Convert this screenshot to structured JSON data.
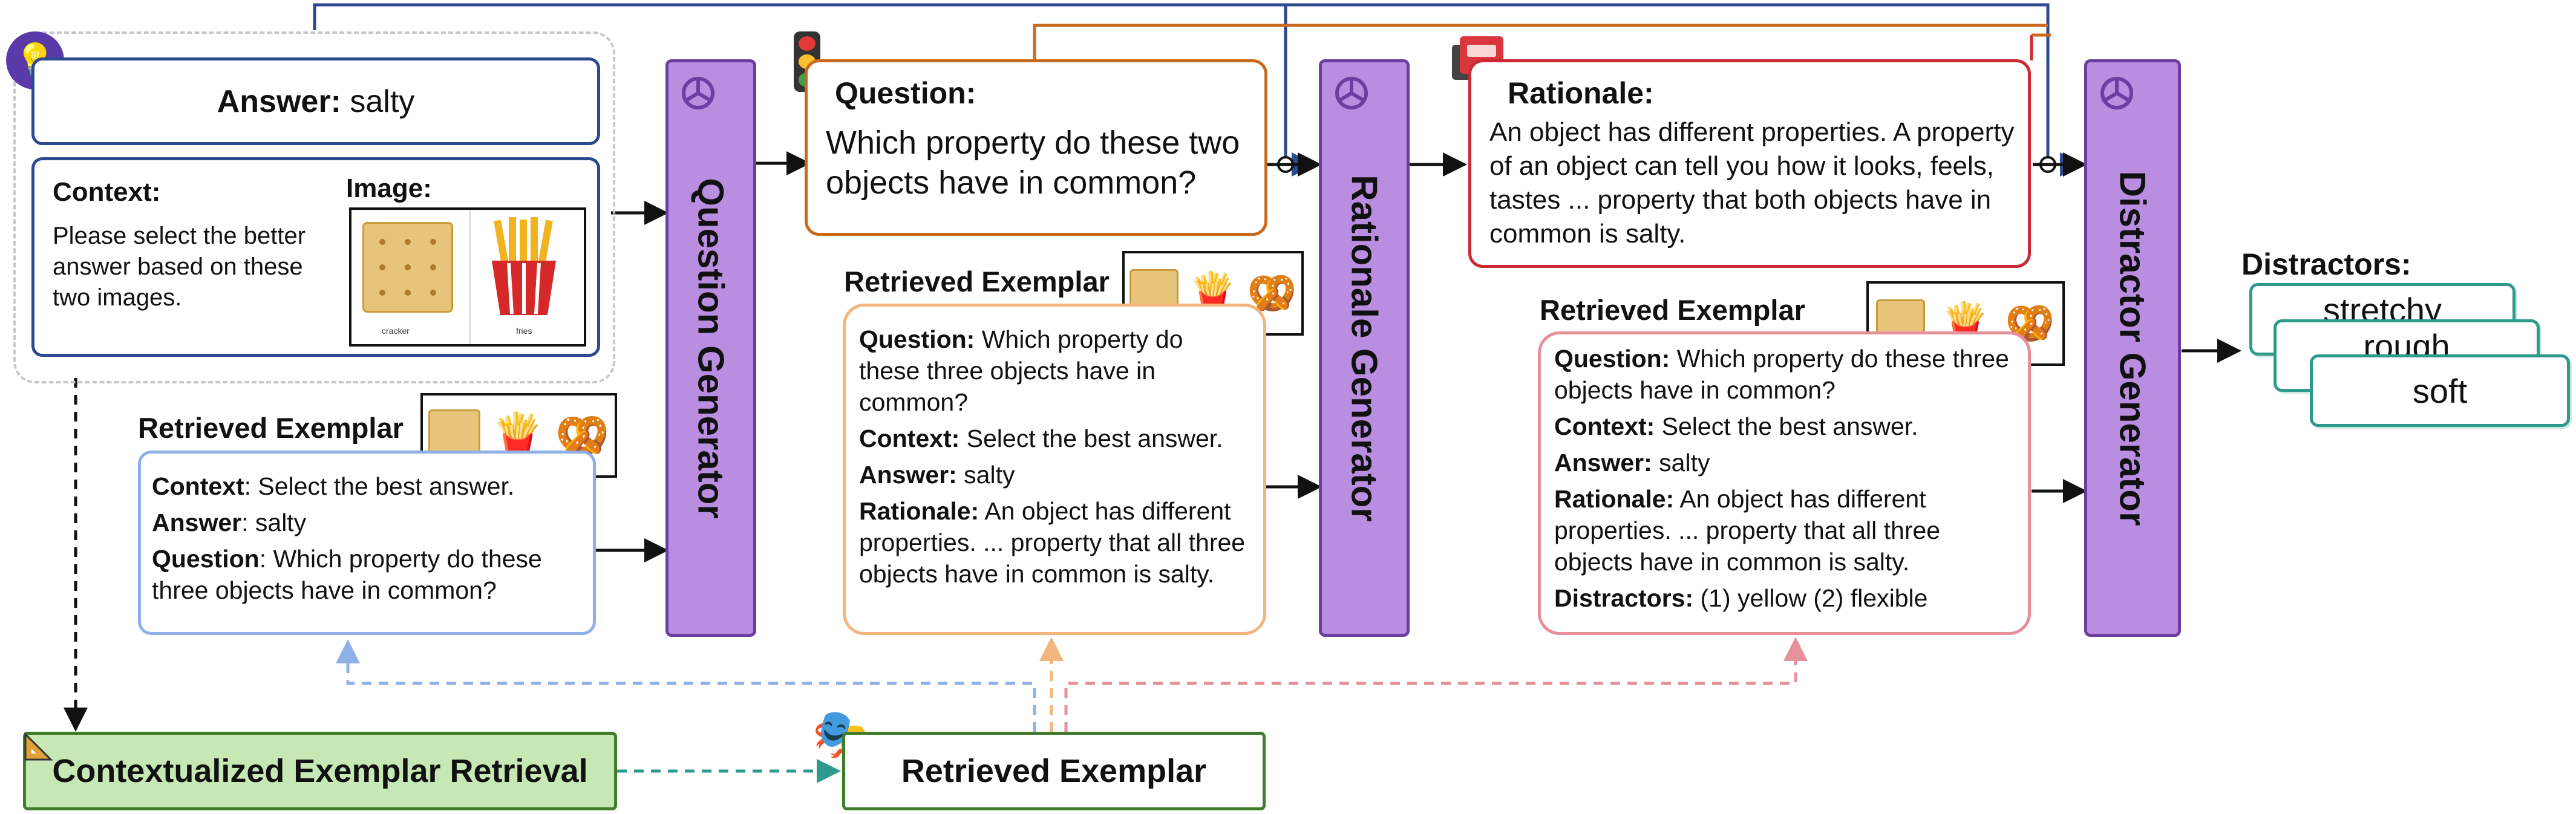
{
  "answer_box": {
    "label": "Answer:",
    "value": "salty"
  },
  "context_box": {
    "context_label": "Context:",
    "context_text": "Please select the better answer based on these two images.",
    "image_label": "Image:",
    "image_caption_left": "cracker",
    "image_caption_right": "fries"
  },
  "generators": {
    "question": "Question Generator",
    "rationale": "Rationale Generator",
    "distractor": "Distractor Generator"
  },
  "question_box": {
    "label": "Question:",
    "text": "Which property do these two objects have in common?"
  },
  "rationale_box": {
    "label": "Rationale:",
    "text": "An object has different properties. A property of an object can tell you how it looks, feels, tastes ... property that both objects have in common is salty."
  },
  "exemplar_heading": "Retrieved Exemplar",
  "exemplar_q": {
    "lines": [
      {
        "label": "Context",
        "text": "Select the best answer."
      },
      {
        "label": "Answer",
        "text": "salty"
      },
      {
        "label": "Question",
        "text": "Which property do these three objects have in common?"
      }
    ]
  },
  "exemplar_r": {
    "lines": [
      {
        "label": "Question:",
        "text": "Which property do these three objects have in common?"
      },
      {
        "label": "Context:",
        "text": "Select the best answer."
      },
      {
        "label": "Answer:",
        "text": "salty"
      },
      {
        "label": "Rationale:",
        "text": "An object has different properties.  ... property that all three objects have in common is salty."
      }
    ]
  },
  "exemplar_d": {
    "lines": [
      {
        "label": "Question:",
        "text": "Which property do these three objects have in common?"
      },
      {
        "label": "Context:",
        "text": "Select the best answer."
      },
      {
        "label": "Answer:",
        "text": "salty"
      },
      {
        "label": "Rationale:",
        "text": "An object has different properties.  ... property that all three objects have in common is salty."
      },
      {
        "label": "Distractors:",
        "text": "(1) yellow (2) flexible"
      }
    ]
  },
  "distractors": {
    "label": "Distractors:",
    "items": [
      "stretchy",
      "rough",
      "soft"
    ]
  },
  "retrieval": {
    "module": "Contextualized Exemplar Retrieval",
    "output": "Retrieved Exemplar"
  },
  "icons": [
    "lightbulb-icon",
    "traffic-light-icon",
    "book-icon",
    "theater-masks-icon",
    "ruler-icon",
    "openai-logo-icon",
    "cracker-icon",
    "fries-icon",
    "pretzel-icon"
  ],
  "colors": {
    "navy": "#2b4a8f",
    "orange": "#c96a1f",
    "red": "#cc2936",
    "purple": "#b98ee0",
    "light_blue": "#8fb0e6",
    "peach": "#f2b57d",
    "pink": "#e8909a",
    "teal": "#2e9a8c",
    "green": "#9fd48a"
  }
}
